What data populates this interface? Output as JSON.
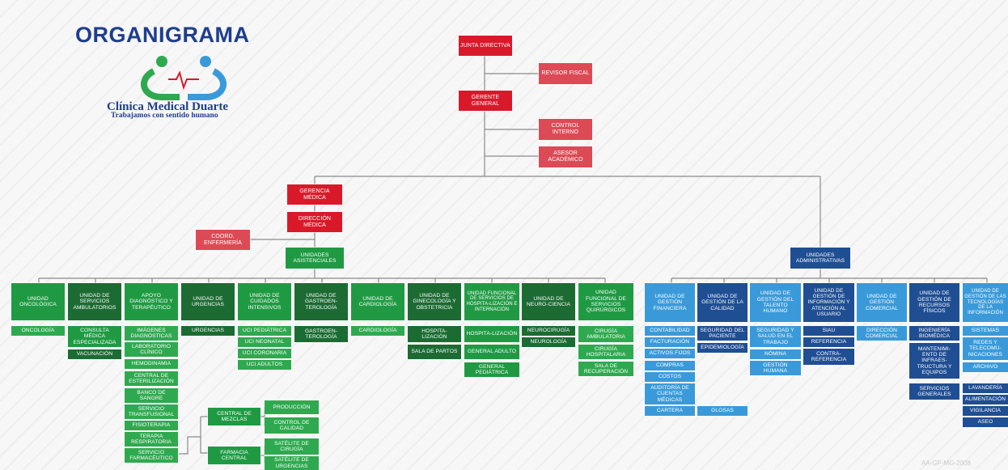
{
  "header": {
    "title": "ORGANIGRAMA",
    "clinic_name": "Clínica Medical Duarte",
    "tagline": "Trabajamos con sentido humano",
    "doc_code": "AA-GP-MG-2008"
  },
  "colors": {
    "red": "#d9192a",
    "green": "#1f9a43",
    "dark_green": "#1c6b33",
    "light_blue": "#3a9ad9",
    "navy": "#1f4e93",
    "title_blue": "#1e3d8f"
  },
  "top": {
    "junta": "JUNTA DIRECTIVA",
    "revisor": "REVISOR FISCAL",
    "gerente": "GERENTE GENERAL",
    "control": "CONTROL INTERNO",
    "asesor": "ASESOR ACADÉMICO",
    "gerencia_medica": "GERENCIA MÉDICA",
    "direccion_medica": "DIRECCIÓN MÉDICA",
    "coord_enfermeria": "COORD. ENFERMERÍA",
    "unidades_asistenciales": "UNIDADES ASISTENCIALES",
    "unidades_administrativas": "UNIDADES ADMINISTRATIVAS"
  },
  "green_units": [
    {
      "header": "UNIDAD ONCOLÓGICA",
      "items": [
        "ONCOLOGÍA"
      ]
    },
    {
      "header": "UNIDAD DE SERVICIOS AMBULATORIOS",
      "items": [
        "CONSULTA MÉDICA ESPECIALIZADA",
        "VACUNACIÓN"
      ]
    },
    {
      "header": "APOYO DIAGNÓSTICO Y TERAPÉUTICO",
      "items": [
        "IMÁGENES DIAGNÓSTICAS",
        "LABORATORIO CLÍNICO",
        "HEMODINAMIA",
        "CENTRAL DE ESTERILIZACIÓN",
        "BANCO DE SANGRE",
        "SERVICIO TRANSFUSIONAL",
        "FISIOTERAPIA",
        "TERAPIA RESPIRATORIA",
        "SERVICIO FARMACÉUTICO"
      ]
    },
    {
      "header": "UNIDAD DE URGENCIAS",
      "items": [
        "URGENCIAS"
      ]
    },
    {
      "header": "UNIDAD DE CUIDADOS INTENSIVOS",
      "items": [
        "UCI PEDIÁTRICA",
        "UCI NEONATAL",
        "UCI CORONARIA",
        "UCI ADULTOS"
      ]
    },
    {
      "header": "UNIDAD DE GASTROEN-TEROLOGÍA",
      "items": [
        "GASTROEN-TEROLOGÍA"
      ]
    },
    {
      "header": "UNIDAD DE CARDIOLOGÍA",
      "items": [
        "CARDIOLOGÍA"
      ]
    },
    {
      "header": "UNIDAD DE GINECOLOGÍA Y OBSTETRICIA",
      "items": [
        "HOSPITA-LIZACIÓN",
        "SALA DE PARTOS"
      ]
    },
    {
      "header": "UNIDAD FUNCIONAL DE SERVICIOS DE HOSPITA-LIZACIÓN E INTERNACIÓN",
      "items": [
        "HOSPITA-LIZACIÓN",
        "GENERAL ADULTO",
        "GENERAL PEDIÁTRICA"
      ]
    },
    {
      "header": "UNIDAD DE NEURO-CIENCIA",
      "items": [
        "NEUROCIRUGÍA",
        "NEUROLOGÍA"
      ]
    },
    {
      "header": "UNIDAD FUNCIONAL DE SERVICIOS QUIRÚRGICOS",
      "items": [
        "CIRUGÍA AMBULATORIA",
        "CIRUGÍA HOSPITALARIA",
        "SALA DE RECUPERACIÓN"
      ]
    }
  ],
  "pharmacy": {
    "central_mezclas": "CENTRAL DE MEZCLAS",
    "farmacia_central": "FARMACIA CENTRAL",
    "produccion": "PRODUCCIÓN",
    "control_calidad": "CONTROL DE CALIDAD",
    "satelite_cirugia": "SATÉLITE DE CIRUGÍA",
    "satelite_urgencias": "SATÉLITE DE URGENCIAS"
  },
  "blue_units": [
    {
      "header": "UNIDAD DE GESTIÓN FINANCIERA",
      "items": [
        "CONTABILIDAD",
        "FACTURACIÓN",
        "ACTIVOS FIJOS",
        "COMPRAS",
        "COSTOS",
        "AUDITORÍA DE CUENTAS MÉDICAS",
        "CARTERA"
      ]
    },
    {
      "header": "UNIDAD DE GESTIÓN DE LA CALIDAD",
      "items": [
        "SEGURIDAD DEL PACIENTE",
        "EPIDEMIOLOGÍA",
        "GLOSAS"
      ]
    },
    {
      "header": "UNIDAD DE GESTIÓN DEL TALENTO HUMANO",
      "items": [
        "SEGURIDAD Y SALUD EN EL TRABAJO",
        "NÓMINA",
        "GESTIÓN HUMANA"
      ]
    },
    {
      "header": "UNIDAD DE GESTIÓN DE INFORMACIÓN Y ATENCIÓN AL USUARIO",
      "items": [
        "SIAU",
        "REFERENCIA",
        "CONTRA-REFERENCIA"
      ]
    },
    {
      "header": "UNIDAD DE GESTIÓN COMERCIAL",
      "items": [
        "DIRECCIÓN COMERCIAL"
      ]
    },
    {
      "header": "UNIDAD DE GESTIÓN DE RECURSOS FÍSICOS",
      "items": [
        "INGENIERÍA BIOMÉDICA",
        "MANTENIMI-ENTO DE INFRAES-TRUCTURA Y EQUIPOS",
        "SERVICIOS GENERALES"
      ]
    },
    {
      "header": "UNIDAD DE GESTIÓN DE LAS TECNOLOGÍAS DE LA INFORMACIÓN",
      "items": [
        "SISTEMAS",
        "REDES Y TELECOMU-NICACIONES",
        "ARCHIVO",
        "LAVANDERÍA",
        "ALIMENTACIÓN",
        "VIGILANCIA",
        "ASEO"
      ]
    }
  ]
}
